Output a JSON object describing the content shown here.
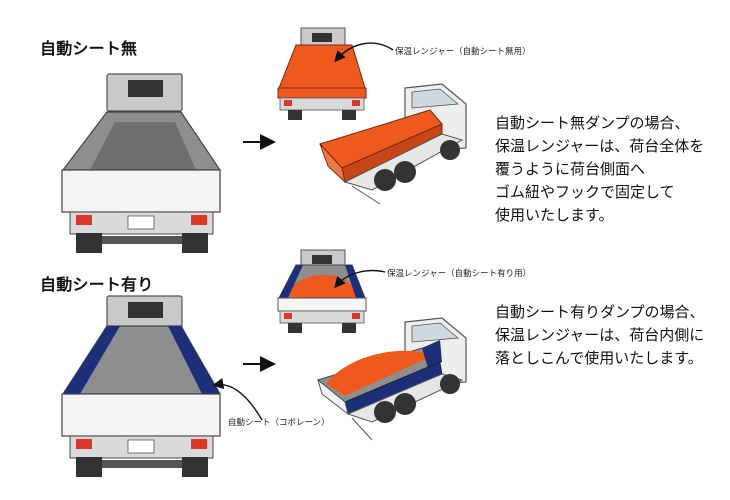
{
  "sections": [
    {
      "heading": "自動シート無",
      "callout": "保温レンジャー（自動シート無用）",
      "description": [
        "自動シート無ダンプの場合、",
        "保温レンジャーは、荷台全体を",
        "覆うように荷台側面へ",
        "ゴム紐やフックで固定して",
        "使用いたします。"
      ]
    },
    {
      "heading": "自動シート有り",
      "callout": "保温レンジャー（自動シート有り用）",
      "callout2": "自動シート（コボレーン）",
      "description": [
        "自動シート有りダンプの場合、",
        "保温レンジャーは、荷台内側に",
        "落としこんで使用いたします。"
      ]
    }
  ],
  "colors": {
    "cover_orange": "#ee5a1e",
    "sheet_blue": "#1e2f7a",
    "body_gray": "#8c8c8c",
    "tail_light_red": "#d9382b"
  }
}
